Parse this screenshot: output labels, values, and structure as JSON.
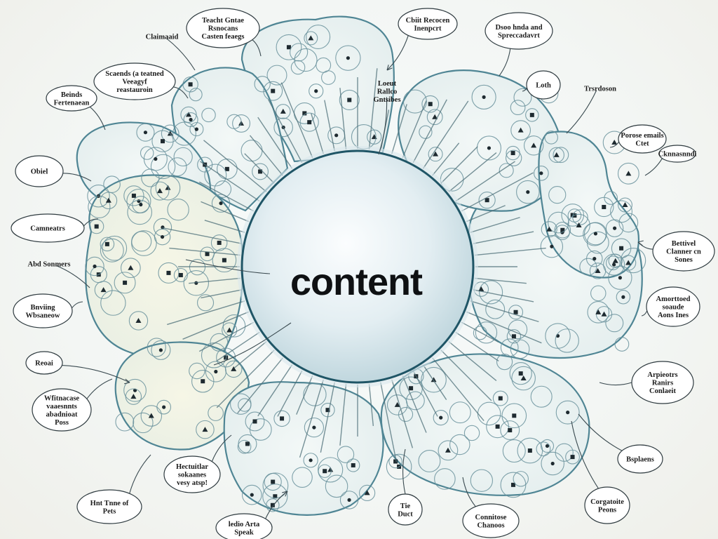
{
  "diagram": {
    "center_label": "content",
    "labels": [
      {
        "id": "top-1",
        "lines": [
          "Teacht Gntae",
          "Rsnocans",
          "Casten feaegs"
        ]
      },
      {
        "id": "top-2",
        "lines": [
          "Cbiit Recocen",
          "Inenpcrt"
        ]
      },
      {
        "id": "top-3",
        "lines": [
          "Dsoo hnda and",
          "Spreccadavrt"
        ]
      },
      {
        "id": "top-left-1",
        "lines": [
          "Claimaaid"
        ]
      },
      {
        "id": "left-1",
        "lines": [
          "Scaends (a teatned",
          "Veeagyf",
          "reastauroin"
        ]
      },
      {
        "id": "left-2",
        "lines": [
          "Beinds",
          "Fertenaean"
        ]
      },
      {
        "id": "left-3",
        "lines": [
          "Obiel"
        ]
      },
      {
        "id": "left-4",
        "lines": [
          "Camneatrs"
        ]
      },
      {
        "id": "left-5",
        "lines": [
          "Abd Sonmers"
        ]
      },
      {
        "id": "left-6",
        "lines": [
          "Bnviing",
          "Wbsaneow"
        ]
      },
      {
        "id": "left-7",
        "lines": [
          "Reoai"
        ]
      },
      {
        "id": "left-8",
        "lines": [
          "Wfitnacase",
          "vaaesnnts",
          "abadnioat",
          "Poss"
        ]
      },
      {
        "id": "bottom-1",
        "lines": [
          "Hectuitlar",
          "sokaanes",
          "vesy atsp!"
        ]
      },
      {
        "id": "bottom-2",
        "lines": [
          "Hnt Tnne of",
          "Pets"
        ]
      },
      {
        "id": "bottom-3",
        "lines": [
          "ledio Arta",
          "Speak"
        ]
      },
      {
        "id": "bottom-4",
        "lines": [
          "Tie",
          "Duct"
        ]
      },
      {
        "id": "bottom-5",
        "lines": [
          "Connitose",
          "Chanoos"
        ]
      },
      {
        "id": "right-1",
        "lines": [
          "Loth"
        ]
      },
      {
        "id": "right-2",
        "lines": [
          "Trsrdoson"
        ]
      },
      {
        "id": "right-3",
        "lines": [
          "Porose emails",
          "Ctet"
        ]
      },
      {
        "id": "right-4",
        "lines": [
          "Cknnasnndi"
        ]
      },
      {
        "id": "right-5",
        "lines": [
          "Bettivel",
          "Clanner cn",
          "Sones"
        ]
      },
      {
        "id": "right-6",
        "lines": [
          "Amorttoed",
          "soaude",
          "Aons Ines"
        ]
      },
      {
        "id": "right-7",
        "lines": [
          "Arpieotrs",
          "Ranirs",
          "Conlaeit"
        ]
      },
      {
        "id": "right-8",
        "lines": [
          "Bsplaens"
        ]
      },
      {
        "id": "right-9",
        "lines": [
          "Corgatoite",
          "Peons"
        ]
      },
      {
        "id": "inner-1",
        "lines": [
          "Loeut",
          "Rallco",
          "Gntsibes"
        ]
      }
    ],
    "colors": {
      "accent": "#4f8594",
      "lobe_fill_light": "#eef5f5",
      "lobe_fill_warm": "#f4f3e2",
      "center_fill": "#e4f0f4",
      "ink": "#1a1a1a"
    }
  }
}
